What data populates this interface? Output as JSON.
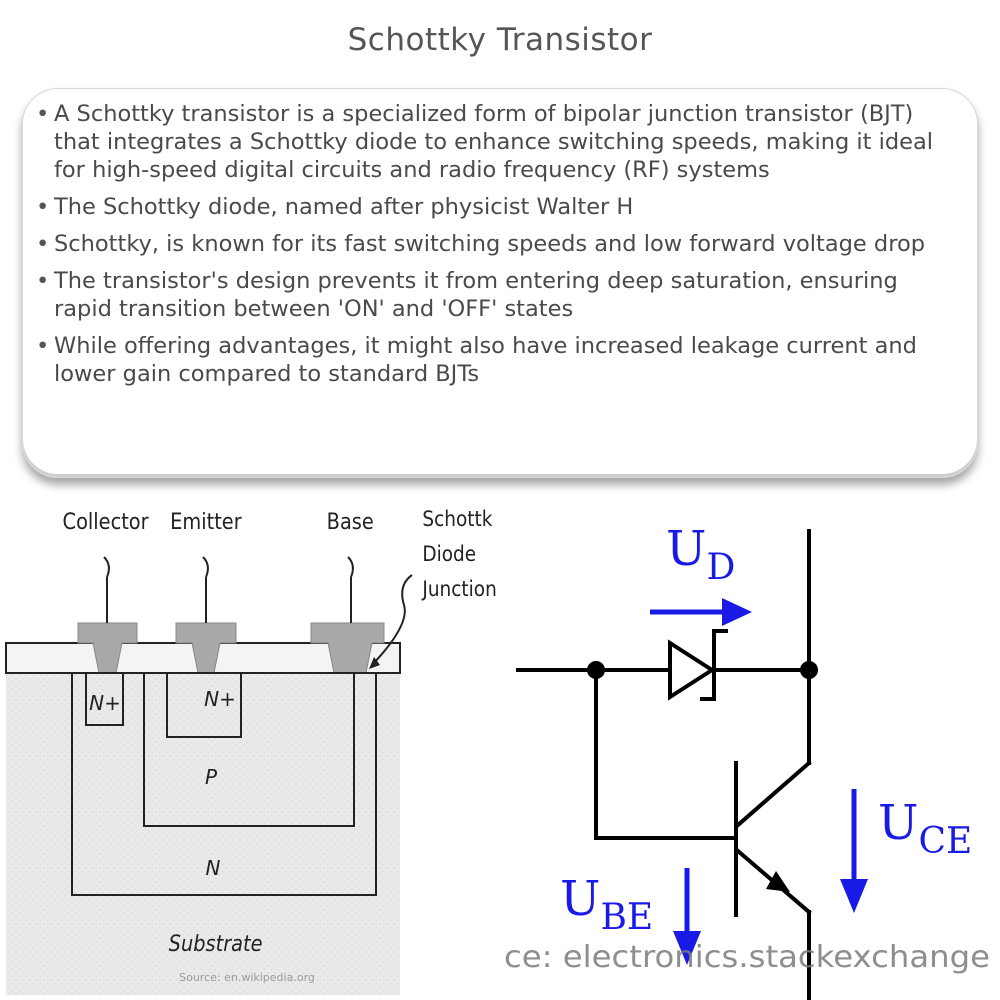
{
  "title": "Schottky Transistor",
  "bullets": [
    "A Schottky transistor is a specialized form of bipolar junction transistor (BJT) that integrates a Schottky diode to enhance switching speeds, making it ideal for high-speed digital circuits and radio frequency (RF) systems",
    "The Schottky diode, named after physicist Walter H",
    "Schottky, is known for its fast switching speeds and low forward voltage drop",
    "The transistor's design prevents it from entering deep saturation, ensuring rapid transition between 'ON' and 'OFF' states",
    "While offering advantages, it might also have increased leakage current and lower gain compared to standard BJTs"
  ],
  "cross_section": {
    "labels": {
      "collector": "Collector",
      "emitter": "Emitter",
      "base": "Base",
      "schottky_line1": "Schottk",
      "schottky_line2": "Diode",
      "schottky_line3": "Junction"
    },
    "regions": {
      "n_plus_collector": "N+",
      "n_plus_emitter": "N+",
      "p": "P",
      "n": "N",
      "substrate": "Substrate"
    },
    "source": "Source: en.wikipedia.org",
    "colors": {
      "contact": "#a8a8a8",
      "oxide": "#f2f2f2",
      "silicon": "#e8e8e8"
    }
  },
  "circuit": {
    "labels": {
      "ud_main": "U",
      "ud_sub": "D",
      "uce_main": "U",
      "uce_sub": "CE",
      "ube_main": "U",
      "ube_sub": "BE"
    },
    "watermark": "ce: electronics.stackexchange",
    "colors": {
      "wire": "#000000",
      "label": "#1a1ae6"
    }
  }
}
